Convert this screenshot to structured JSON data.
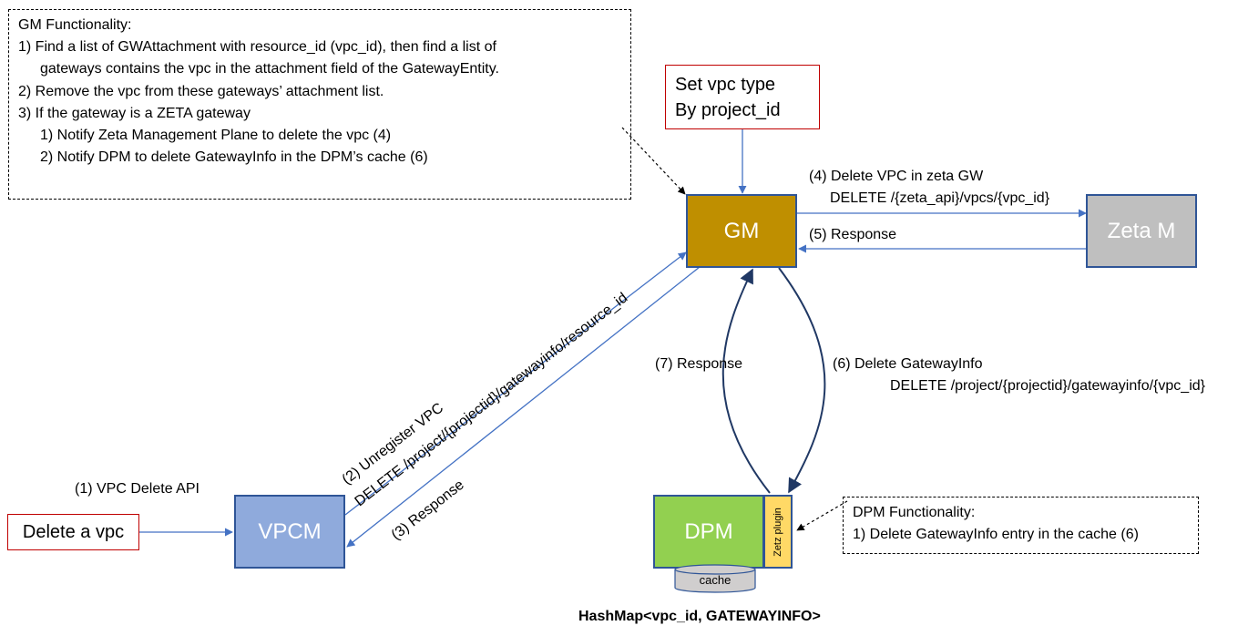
{
  "gm_note": {
    "title": "GM Functionality:",
    "lines": [
      "1)  Find a list of GWAttachment with resource_id (vpc_id), then find a list of",
      "gateways contains the vpc in the attachment field of the GatewayEntity.",
      "2)  Remove the vpc from these gateways’ attachment list.",
      "3)  If the gateway is a ZETA gateway",
      "1)  Notify Zeta Management Plane to delete the vpc (4)",
      "2)  Notify DPM to delete GatewayInfo in the DPM’s cache (6)"
    ]
  },
  "set_vpc_type": {
    "line1": "Set vpc type",
    "line2": "By project_id"
  },
  "nodes": {
    "gm": "GM",
    "zeta": "Zeta M",
    "vpcm": "VPCM",
    "dpm": "DPM",
    "plugin": "Zetz plugin",
    "cache": "cache"
  },
  "delete_vpc_label": "Delete a vpc",
  "edges": {
    "e1": "(1) VPC Delete API",
    "e2a": "(2) Unregister VPC",
    "e2b": "DELETE /project/{projectid}/gatewayinfo/resource_id",
    "e3": "(3) Response",
    "e4a": "(4) Delete VPC in zeta GW",
    "e4b": "DELETE /{zeta_api}/vpcs/{vpc_id}",
    "e5": "(5) Response",
    "e6a": "(6) Delete GatewayInfo",
    "e6b": "DELETE /project/{projectid}/gatewayinfo/{vpc_id}",
    "e7": "(7) Response"
  },
  "dpm_note": {
    "title": "DPM Functionality:",
    "line1": "1)  Delete GatewayInfo entry in the cache (6)"
  },
  "hashmap_label": "HashMap<vpc_id, GATEWAYINFO>",
  "colors": {
    "gm": "#bf8f00",
    "zeta": "#bfbfbf",
    "vpcm": "#8faadc",
    "dpm": "#92d050",
    "plugin": "#ffd966",
    "cache": "#d0cece",
    "arrow": "#4472c4",
    "node_border": "#2f5597",
    "red": "#c00000"
  }
}
